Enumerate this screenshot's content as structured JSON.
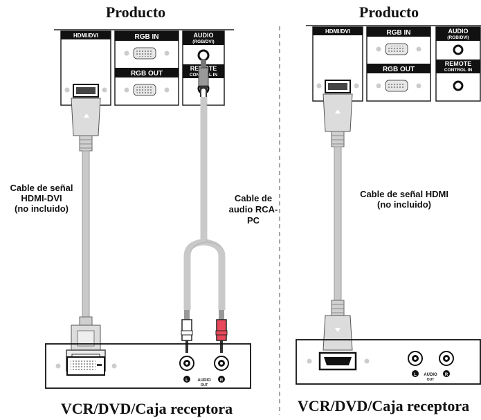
{
  "left": {
    "product_title": "Producto",
    "ports": {
      "hdmi_dvi": "HDMI/DVI",
      "rgb_in": "RGB IN",
      "rgb_out": "RGB OUT",
      "audio_line1": "AUDIO",
      "audio_line2": "(RGB/DVI)",
      "remote_line1": "REMOTE",
      "remote_line2": "CONTROL IN"
    },
    "signal_cable": [
      "Cable de señal",
      "HDMI-DVI",
      "(no incluido)"
    ],
    "audio_cable": [
      "Cable de",
      "audio RCA-",
      "PC"
    ],
    "device": {
      "audio_l": "L",
      "audio_r": "R",
      "audio_word": "AUDIO",
      "audio_out": "OUT"
    },
    "device_title": "VCR/DVD/Caja receptora"
  },
  "right": {
    "product_title": "Producto",
    "ports": {
      "hdmi_dvi": "HDMI/DVI",
      "rgb_in": "RGB IN",
      "rgb_out": "RGB OUT",
      "audio_line1": "AUDIO",
      "audio_line2": "(RGB/DVI)",
      "remote_line1": "REMOTE",
      "remote_line2": "CONTROL IN"
    },
    "signal_cable": [
      "Cable de señal HDMI",
      "(no incluido)"
    ],
    "device": {
      "audio_l": "L",
      "audio_r": "R",
      "audio_word": "AUDIO",
      "audio_out": "OUT"
    },
    "device_title": "VCR/DVD/Caja receptora"
  },
  "colors": {
    "red_plug": "#e8485a",
    "cable_gray": "#c9c9c9",
    "divider": "#888888"
  }
}
